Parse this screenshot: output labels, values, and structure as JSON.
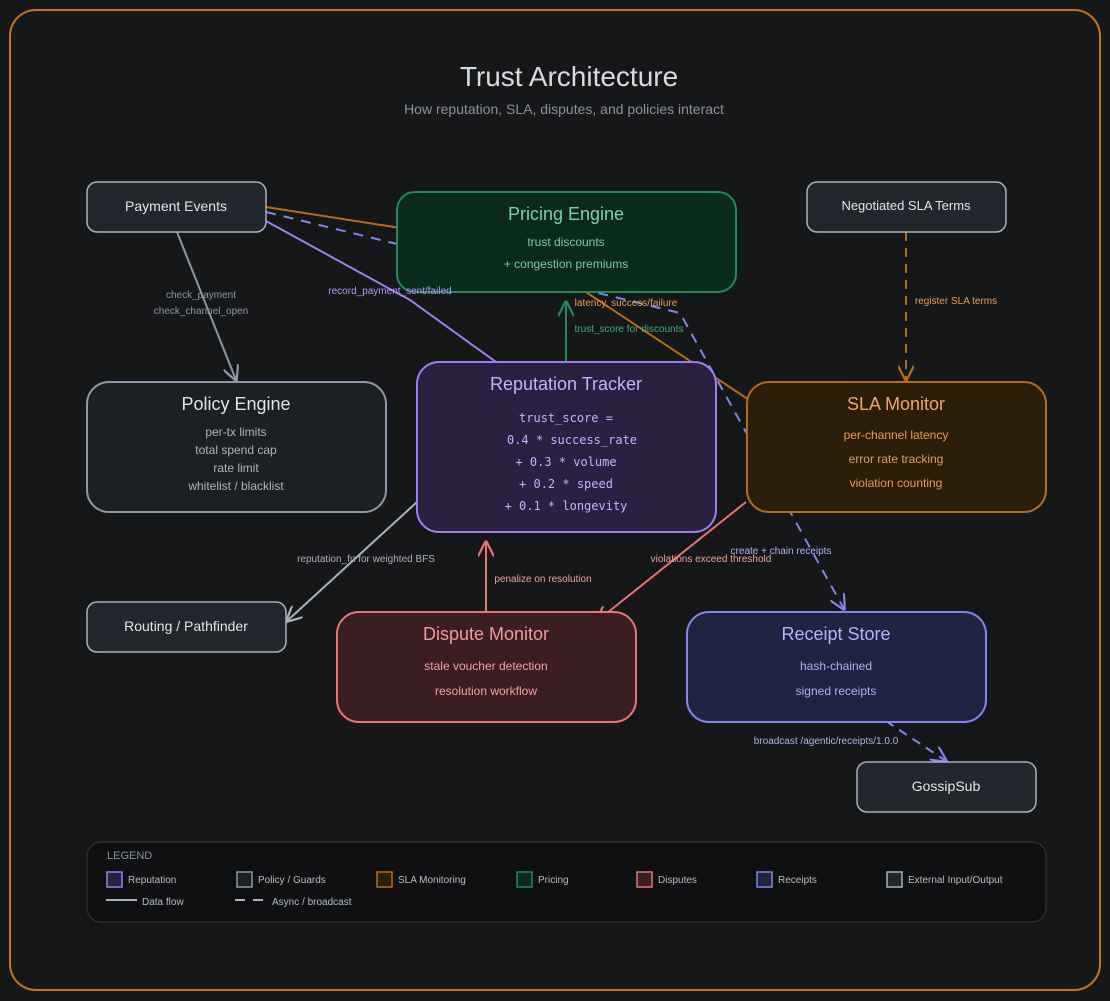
{
  "title": "Trust Architecture",
  "subtitle": "How reputation, SLA, disputes, and policies interact",
  "colors": {
    "frame": "#c9701a",
    "background": "#161719",
    "reputation": "#a07cf0",
    "policy": "#8d97a6",
    "sla": "#b86a1c",
    "pricing": "#1f8a5c",
    "dispute": "#e87474",
    "receipt": "#8484ec",
    "external": "#aab1bd"
  },
  "nodes": {
    "payment_events": {
      "title": "Payment Events"
    },
    "pricing_engine": {
      "title": "Pricing Engine",
      "lines": [
        "trust discounts",
        "+ congestion premiums"
      ]
    },
    "negotiated_sla": {
      "title": "Negotiated SLA Terms"
    },
    "policy_engine": {
      "title": "Policy Engine",
      "lines": [
        "per-tx limits",
        "total spend cap",
        "rate limit",
        "whitelist / blacklist"
      ]
    },
    "reputation_tracker": {
      "title": "Reputation Tracker",
      "lines": [
        "trust_score =",
        "0.4 * success_rate",
        "+ 0.3 * volume",
        "+ 0.2 * speed",
        "+ 0.1 * longevity"
      ]
    },
    "sla_monitor": {
      "title": "SLA Monitor",
      "lines": [
        "per-channel latency",
        "error rate tracking",
        "violation counting"
      ]
    },
    "routing": {
      "title": "Routing / Pathfinder"
    },
    "dispute_monitor": {
      "title": "Dispute Monitor",
      "lines": [
        "stale voucher detection",
        "resolution workflow"
      ]
    },
    "receipt_store": {
      "title": "Receipt Store",
      "lines": [
        "hash-chained",
        "signed receipts"
      ]
    },
    "gossipsub": {
      "title": "GossipSub"
    }
  },
  "edges": {
    "check_payment": "check_payment",
    "check_channel_open": "check_channel_open",
    "record_payment": "record_payment_sent/failed",
    "latency": "latency, success/failure",
    "trust_score_discounts": "trust_score for discounts",
    "register_sla": "register SLA terms",
    "reputation_fn": "reputation_fn for weighted BFS",
    "penalize": "penalize on resolution",
    "violations": "violations exceed threshold",
    "create_chain": "create + chain receipts",
    "broadcast": "broadcast /agentic/receipts/1.0.0"
  },
  "legend": {
    "title": "LEGEND",
    "items": [
      {
        "label": "Reputation",
        "color": "#a07cf0",
        "fill": "#2a2140"
      },
      {
        "label": "Policy / Guards",
        "color": "#8d97a6",
        "fill": "#1c1f24"
      },
      {
        "label": "SLA Monitoring",
        "color": "#b86a1c",
        "fill": "#2b1e08"
      },
      {
        "label": "Pricing",
        "color": "#1f8a5c",
        "fill": "#0a2a1c"
      },
      {
        "label": "Disputes",
        "color": "#e87474",
        "fill": "#3a1e22"
      },
      {
        "label": "Receipts",
        "color": "#8484ec",
        "fill": "#1f2440"
      },
      {
        "label": "External Input/Output",
        "color": "#aab1bd",
        "fill": "#22262d"
      }
    ],
    "data_flow": "Data flow",
    "async": "Async / broadcast"
  }
}
